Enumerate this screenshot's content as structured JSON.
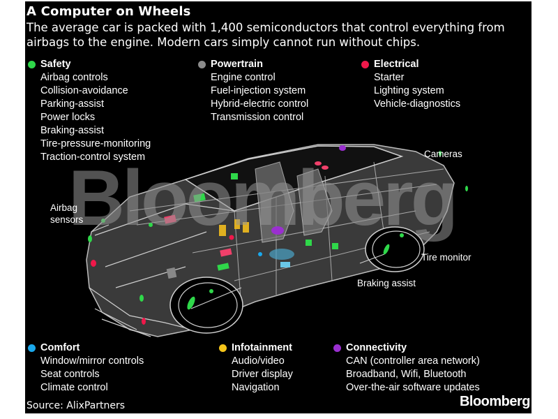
{
  "header": {
    "title": "A Computer on Wheels",
    "subtitle": "The average car is packed with 1,400 semiconductors that control everything from airbags to the engine. Modern cars simply cannot run without chips."
  },
  "categories": [
    {
      "name": "Safety",
      "color": "#2fd84a",
      "items": [
        "Airbag controls",
        "Collision-avoidance",
        "Parking-assist",
        "Power locks",
        "Braking-assist",
        "Tire-pressure-monitoring",
        "Traction-control system"
      ]
    },
    {
      "name": "Powertrain",
      "color": "#8c8c8c",
      "items": [
        "Engine control",
        "Fuel-injection system",
        "Hybrid-electric control",
        "Transmission control"
      ]
    },
    {
      "name": "Electrical",
      "color": "#f0184a",
      "items": [
        "Starter",
        "Lighting system",
        "Vehicle-diagnostics"
      ]
    },
    {
      "name": "Comfort",
      "color": "#1aa8ec",
      "items": [
        "Window/mirror controls",
        "Seat controls",
        "Climate control"
      ]
    },
    {
      "name": "Infotainment",
      "color": "#f5c51a",
      "items": [
        "Audio/video",
        "Driver display",
        "Navigation"
      ]
    },
    {
      "name": "Connectivity",
      "color": "#9a2fd0",
      "items": [
        "CAN (controller area network)",
        "Broadband, Wifi, Bluetooth",
        "Over-the-air software updates"
      ]
    }
  ],
  "callouts": {
    "airbag": "Airbag\nsensors",
    "airbag_line1": "Airbag",
    "airbag_line2": "sensors",
    "cameras": "Cameras",
    "tire_monitor": "Tire monitor",
    "braking_assist": "Braking assist"
  },
  "watermark": "Bloomberg",
  "footer": {
    "source": "Source: AlixPartners",
    "brand": "Bloomberg"
  }
}
